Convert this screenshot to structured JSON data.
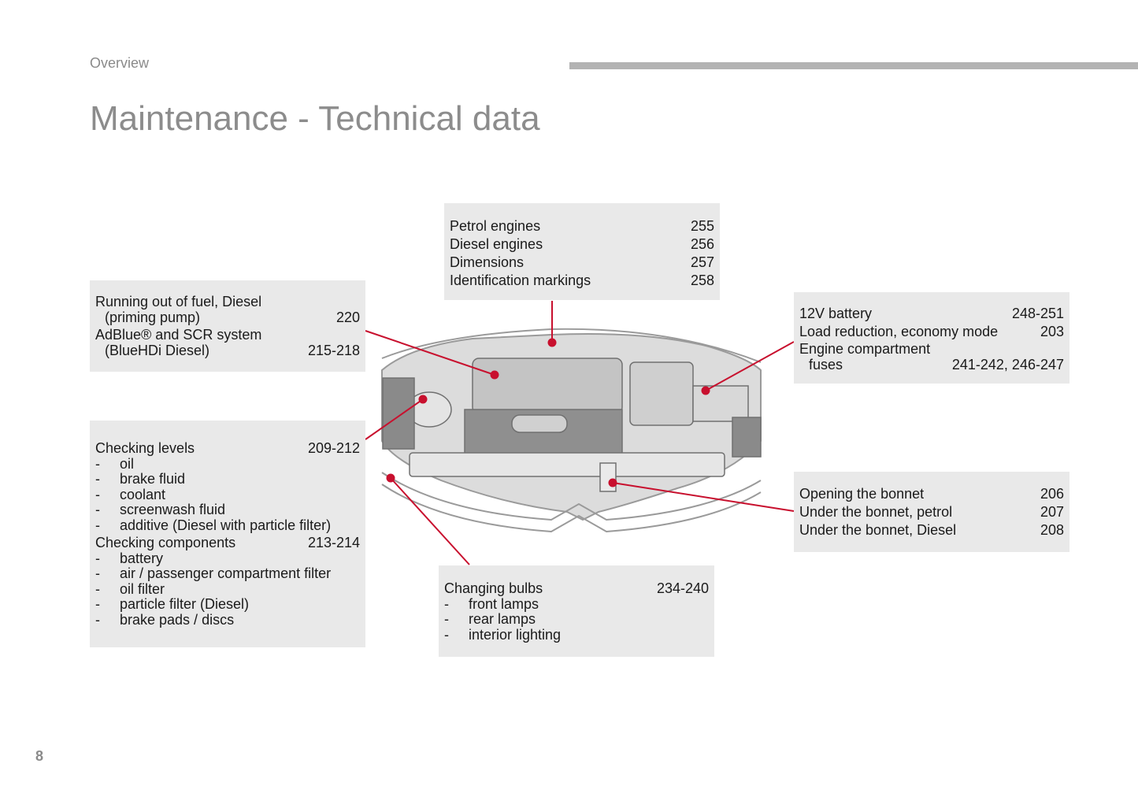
{
  "header": {
    "section": "Overview",
    "title": "Maintenance - Technical data"
  },
  "boxes": {
    "engines": [
      {
        "label": "Petrol engines",
        "page": "255"
      },
      {
        "label": "Diesel engines",
        "page": "256"
      },
      {
        "label": "Dimensions",
        "page": "257"
      },
      {
        "label": "Identification markings",
        "page": "258"
      }
    ],
    "fuel": {
      "l1": "Running out of fuel, Diesel",
      "l2": "(priming pump)",
      "p1": "220",
      "l3": "AdBlue® and SCR system",
      "l4": "(BlueHDi Diesel)",
      "p2": "215-218"
    },
    "checks": {
      "levels": "Checking levels",
      "levels_page": "209-212",
      "levels_items": [
        "oil",
        "brake fluid",
        "coolant",
        "screenwash fluid",
        "additive (Diesel with particle filter)"
      ],
      "components": "Checking components",
      "components_page": "213-214",
      "components_items": [
        "battery",
        "air / passenger compartment filter",
        "oil filter",
        "particle filter (Diesel)",
        "brake pads / discs"
      ]
    },
    "battery": {
      "l1": "12V battery",
      "p1": "248-251",
      "l2": "Load reduction, economy mode",
      "p2": "203",
      "l3": "Engine compartment",
      "l4": "fuses",
      "p3": "241-242, 246-247"
    },
    "bonnet": [
      {
        "label": "Opening the bonnet",
        "page": "206"
      },
      {
        "label": "Under the bonnet, petrol",
        "page": "207"
      },
      {
        "label": "Under the bonnet, Diesel",
        "page": "208"
      }
    ],
    "bulbs": {
      "label": "Changing bulbs",
      "page": "234-240",
      "items": [
        "front lamps",
        "rear lamps",
        "interior lighting"
      ]
    }
  },
  "dash": "-",
  "page_number": "8",
  "colors": {
    "box": "#e9e9e9",
    "leader": "#c8102e"
  }
}
